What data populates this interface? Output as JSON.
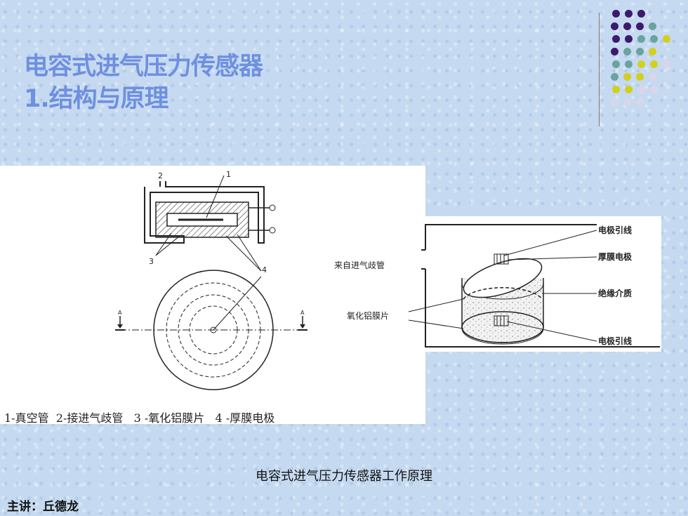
{
  "title": {
    "line1": "电容式进气压力传感器",
    "line2": "1.结构与原理"
  },
  "colors": {
    "title": "#6f8fe0",
    "dot_purple": "#3d1a6e",
    "dot_teal": "#6aa3a0",
    "dot_yellow": "#d4cf1e",
    "dot_lavender": "#d9d6ea"
  },
  "left_figure": {
    "top_labels": [
      "2",
      "1",
      "3",
      "4"
    ],
    "section_marks": [
      "A",
      "A"
    ],
    "caption": "1-真空管  2-接进气歧管   3 -氧化铝膜片   4 -厚膜电极"
  },
  "right_figure": {
    "left_labels": [
      "来自进气歧管",
      "氧化铝膜片"
    ],
    "right_labels": [
      "电极引线",
      "厚膜电极",
      "绝缘介质",
      "电极引线"
    ]
  },
  "slide_caption": "电容式进气压力传感器工作原理",
  "presenter": "主讲：丘德龙"
}
